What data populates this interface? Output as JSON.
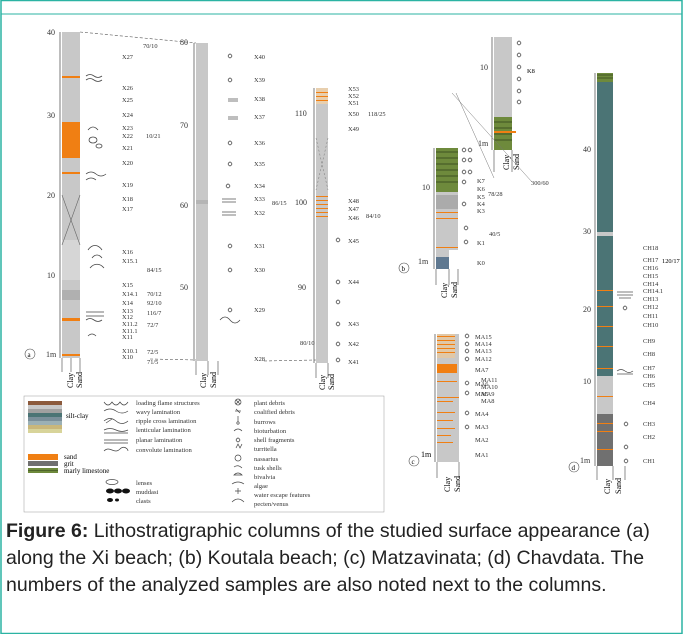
{
  "colors": {
    "frame": "#2bb3a3",
    "grey": "#c8c8c8",
    "dark_grey": "#9a9a9a",
    "orange": "#f07f13",
    "teal": "#4b7475",
    "green": "#6e8a3c",
    "blue_grey": "#5f7890"
  },
  "columns": {
    "a": {
      "label": "a",
      "scale_labels": [
        "40",
        "30",
        "20",
        "10",
        "1m"
      ],
      "samples": [
        "X27",
        "X26",
        "X25",
        "X24",
        "X23",
        "X22",
        "X21",
        "X20",
        "X19",
        "X18",
        "X17",
        "X16",
        "X15.1",
        "X15",
        "X14.1",
        "X14",
        "X13",
        "X12",
        "X11.2",
        "X11.1",
        "X11",
        "X10.1",
        "X10"
      ],
      "ratios": [
        "70/10",
        "10/21",
        "84/15",
        "70/12",
        "92/10",
        "116/7",
        "72/7",
        "72/5",
        "71/5"
      ]
    },
    "a2": {
      "scale_labels": [
        "80",
        "70",
        "60",
        "50"
      ],
      "samples": [
        "X40",
        "X39",
        "X38",
        "X37",
        "X36",
        "X35",
        "X34",
        "X33",
        "X32",
        "X31",
        "X30",
        "X29",
        "X28"
      ]
    },
    "a3": {
      "scale_labels": [
        "110",
        "100",
        "90"
      ],
      "samples": [
        "X53",
        "X52",
        "X51",
        "X50",
        "X49",
        "X48",
        "X47",
        "X46",
        "X45",
        "X44",
        "X43",
        "X42",
        "X41"
      ],
      "ratios": [
        "118/25",
        "86/15",
        "84/10",
        "80/10"
      ]
    },
    "b": {
      "label": "b",
      "scale_labels": [
        "10",
        "1m",
        "10",
        "1m"
      ],
      "samples": [
        "K8",
        "K7",
        "K6",
        "K5",
        "K4",
        "K3",
        "K1",
        "K0"
      ],
      "ratios": [
        "300/60",
        "78/28",
        "40/5"
      ]
    },
    "c": {
      "label": "c",
      "scale_labels": [
        "1m"
      ],
      "samples": [
        "MA15",
        "MA14",
        "MA13",
        "MA12",
        "MA7",
        "MA11",
        "MA6",
        "MA10",
        "MA5",
        "MA9",
        "MA8",
        "MA4",
        "MA3",
        "MA2",
        "MA1"
      ]
    },
    "d": {
      "label": "d",
      "scale_labels": [
        "40",
        "30",
        "20",
        "10",
        "1m"
      ],
      "samples": [
        "CH18",
        "CH17",
        "CH16",
        "CH15",
        "CH14",
        "CH14.1",
        "CH13",
        "CH12",
        "CH11",
        "CH10",
        "CH9",
        "CH8",
        "CH7",
        "CH6",
        "CH5",
        "CH4",
        "CH3",
        "CH2",
        "CH1"
      ],
      "ratios": [
        "120/17"
      ]
    },
    "axis_clay": "Clay",
    "axis_sand": "Sand"
  },
  "legend": {
    "lithology": [
      "silt-clay",
      "sand",
      "grit",
      "marly limestone"
    ],
    "structures": [
      "loading flame structures",
      "wavy lamination",
      "ripple cross lamination",
      "lenticular lamination",
      "planar lamination",
      "convolute lamination",
      "lenses",
      "muddasi",
      "clasts"
    ],
    "fossils": [
      "plant debris",
      "coalified debris",
      "burrows",
      "bioturbation",
      "shell fragments",
      "turritella",
      "nassarius",
      "tusk shells",
      "bivalvia",
      "algae",
      "water escape features",
      "pecten/venus"
    ]
  },
  "caption": {
    "label": "Figure 6:",
    "text": " Lithostratigraphic columns of the studied surface appearance (a) along the Xi beach; (b) Koutala beach; (c) Matzavinata; (d) Chavdata. The numbers of the analyzed samples are also noted next to the columns."
  }
}
